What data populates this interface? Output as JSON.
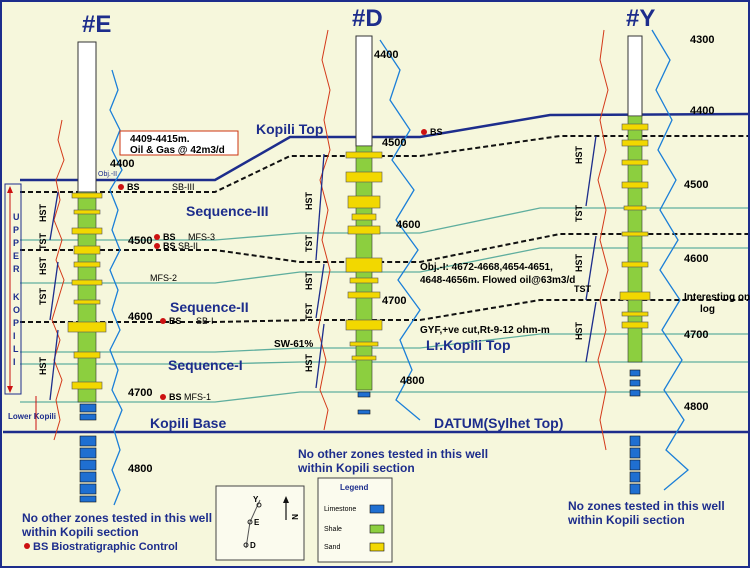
{
  "wells": [
    {
      "id": "well-e",
      "label": "#E",
      "depths": [
        "4400",
        "4500",
        "4600",
        "4700",
        "4800"
      ]
    },
    {
      "id": "well-d",
      "label": "#D",
      "depths": [
        "4400",
        "4500",
        "4600",
        "4700",
        "4800"
      ]
    },
    {
      "id": "well-y",
      "label": "#Y",
      "depths": [
        "4300",
        "4400",
        "4500",
        "4600",
        "4700",
        "4800"
      ]
    }
  ],
  "surfaces": {
    "kopili_top": "Kopili Top",
    "lr_kopili_top": "Lr.Kopili Top",
    "kopili_base": "Kopili Base",
    "datum": "DATUM(Sylhet Top)"
  },
  "sequences": {
    "seq3": "Sequence-III",
    "seq2": "Sequence-II",
    "seq1": "Sequence-I"
  },
  "markers": {
    "sb3": "SB-III",
    "sb2": "SB-II",
    "sb1": "SB-I",
    "mfs3": "MFS-3",
    "mfs2": "MFS-2",
    "mfs1": "MFS-1",
    "bs": "BS"
  },
  "tracts": {
    "hst": "HST",
    "tst": "TST"
  },
  "formation": {
    "upper": [
      "U",
      "P",
      "P",
      "E",
      "R"
    ],
    "kopili": [
      "K",
      "O",
      "P",
      "I",
      "L",
      "I"
    ],
    "lower": "Lower Kopili"
  },
  "annotations": {
    "e_test_line1": "4409-4415m.",
    "e_test_line2": "Oil & Gas @ 42m3/d",
    "obj_e": "Obj.-II",
    "obj_d_line1": "Obj.-I: 4672-4668,4654-4651,",
    "obj_d_line2": "4648-4656m. Flowed oil@63m3/d",
    "gyf": "GYF,+ve cut,Rt-9-12 ohm-m",
    "sw": "SW-61%",
    "interesting_line1": "Interesting on",
    "interesting_line2": "log",
    "e_no_zone_line1": "No other zones tested in this well",
    "e_no_zone_line2": "within Kopili section",
    "d_no_zone_line1": "No other zones tested in this well",
    "d_no_zone_line2": "within Kopili section",
    "y_no_zone_line1": "No  zones tested in this well",
    "y_no_zone_line2": "within Kopili section",
    "bs_legend": "BS Biostratigraphic Control"
  },
  "location_map": {
    "y": "Y",
    "e": "E",
    "d": "D",
    "north": "N"
  },
  "legend": {
    "title": "Legend",
    "items": [
      {
        "label": "Limestone",
        "color": "#1f6fd1"
      },
      {
        "label": "Shale",
        "color": "#8ccf3f"
      },
      {
        "label": "Sand",
        "color": "#f2d800"
      }
    ]
  },
  "colors": {
    "background": "#f6f7dc",
    "surface_line": "#1d2d8c",
    "resistivity": "#d43a1a",
    "gamma": "#1b7fd8",
    "corr_line": "#5fae9e",
    "bs_dot": "#cc1111"
  }
}
